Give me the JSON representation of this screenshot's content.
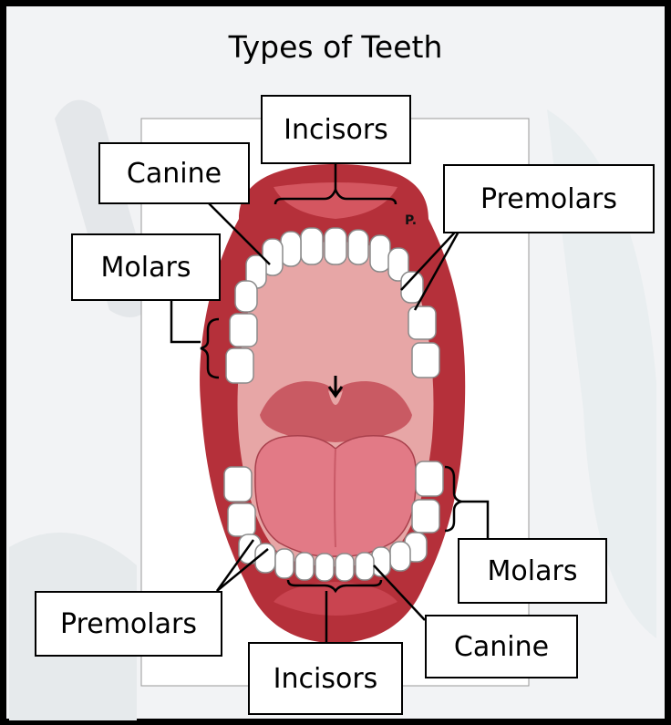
{
  "title": "Types of Teeth",
  "labels": {
    "incisors_top": "Incisors",
    "canine_top": "Canine",
    "premolars_top": "Premolars",
    "molars_top": "Molars",
    "molars_bottom": "Molars",
    "premolars_bottom": "Premolars",
    "canine_bottom": "Canine",
    "incisors_bottom": "Incisors"
  },
  "small_mark": "P.",
  "colors": {
    "border": "#000000",
    "background": "#f2f3f5",
    "lip": "#b5303a",
    "mouth_interior": "#e7a6a6",
    "tongue": "#e27a86",
    "teeth": "#ffffff"
  }
}
